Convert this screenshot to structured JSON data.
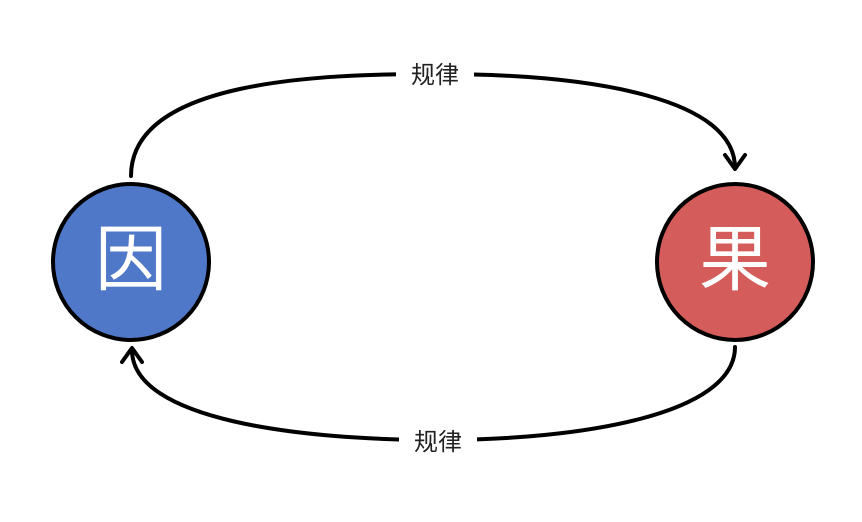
{
  "nodes": {
    "cause": {
      "label": "因",
      "color": "#4f78c8"
    },
    "effect": {
      "label": "果",
      "color": "#d45d5b"
    }
  },
  "edges": {
    "top": {
      "label": "规律"
    },
    "bottom": {
      "label": "规律"
    }
  }
}
